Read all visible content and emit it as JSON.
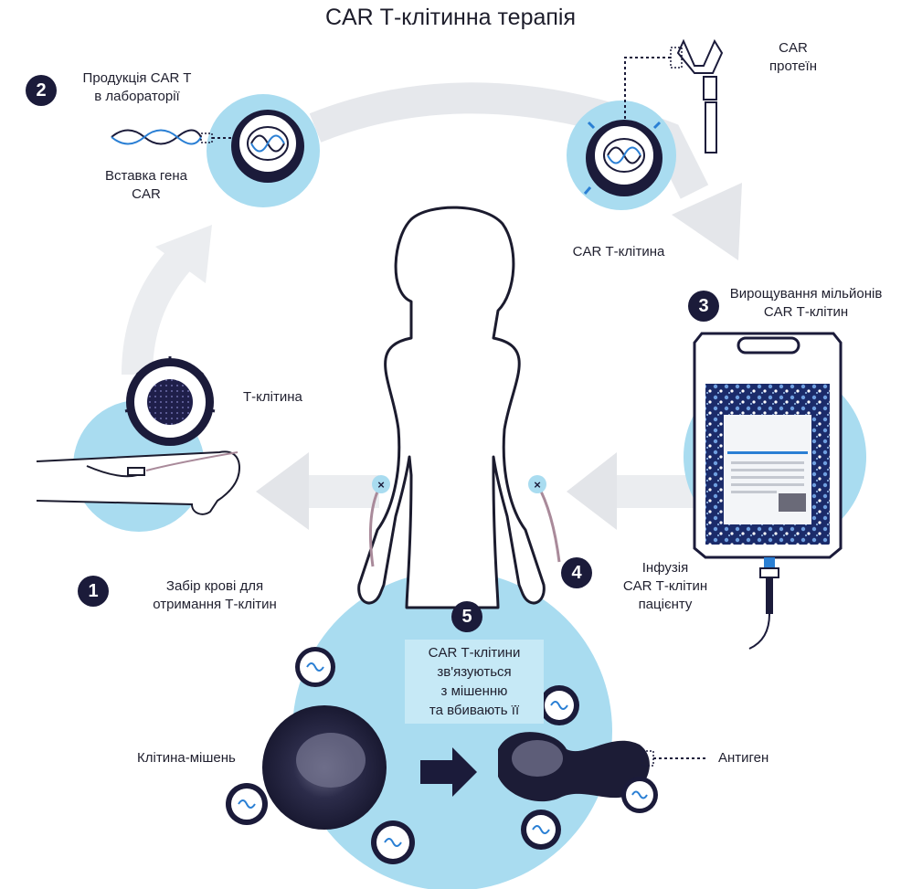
{
  "title": "CAR Т-клітинна терапія",
  "colors": {
    "light_blue": "#a9dcf0",
    "pale_blue": "#c6e9f6",
    "navy": "#1b1b3a",
    "arrow_gray": "#e6e8ec",
    "accent_blue": "#2a7fd4"
  },
  "steps": [
    {
      "number": "1",
      "lines": [
        "Забір крові для",
        "отримання Т-клітин"
      ]
    },
    {
      "number": "2",
      "lines": [
        "Продукція CAR T",
        "в лабораторії"
      ]
    },
    {
      "number": "3",
      "lines": [
        "Вирощування мільйонів",
        "CAR Т-клітин"
      ]
    },
    {
      "number": "4",
      "lines": [
        "Інфузія",
        "CAR Т-клітин",
        "пацієнту"
      ]
    },
    {
      "number": "5",
      "lines": [
        "CAR Т-клітини",
        "зв'язуються",
        "з мішенню",
        "та вбивають її"
      ]
    }
  ],
  "labels": {
    "car_gene_lines": [
      "Вставка гена",
      "CAR"
    ],
    "car_protein_lines": [
      "CAR",
      "протеїн"
    ],
    "car_t_cell": "CAR Т-клітина",
    "t_cell": "Т-клітина",
    "target_cell": "Клітина-мішень",
    "antigen": "Антиген"
  }
}
